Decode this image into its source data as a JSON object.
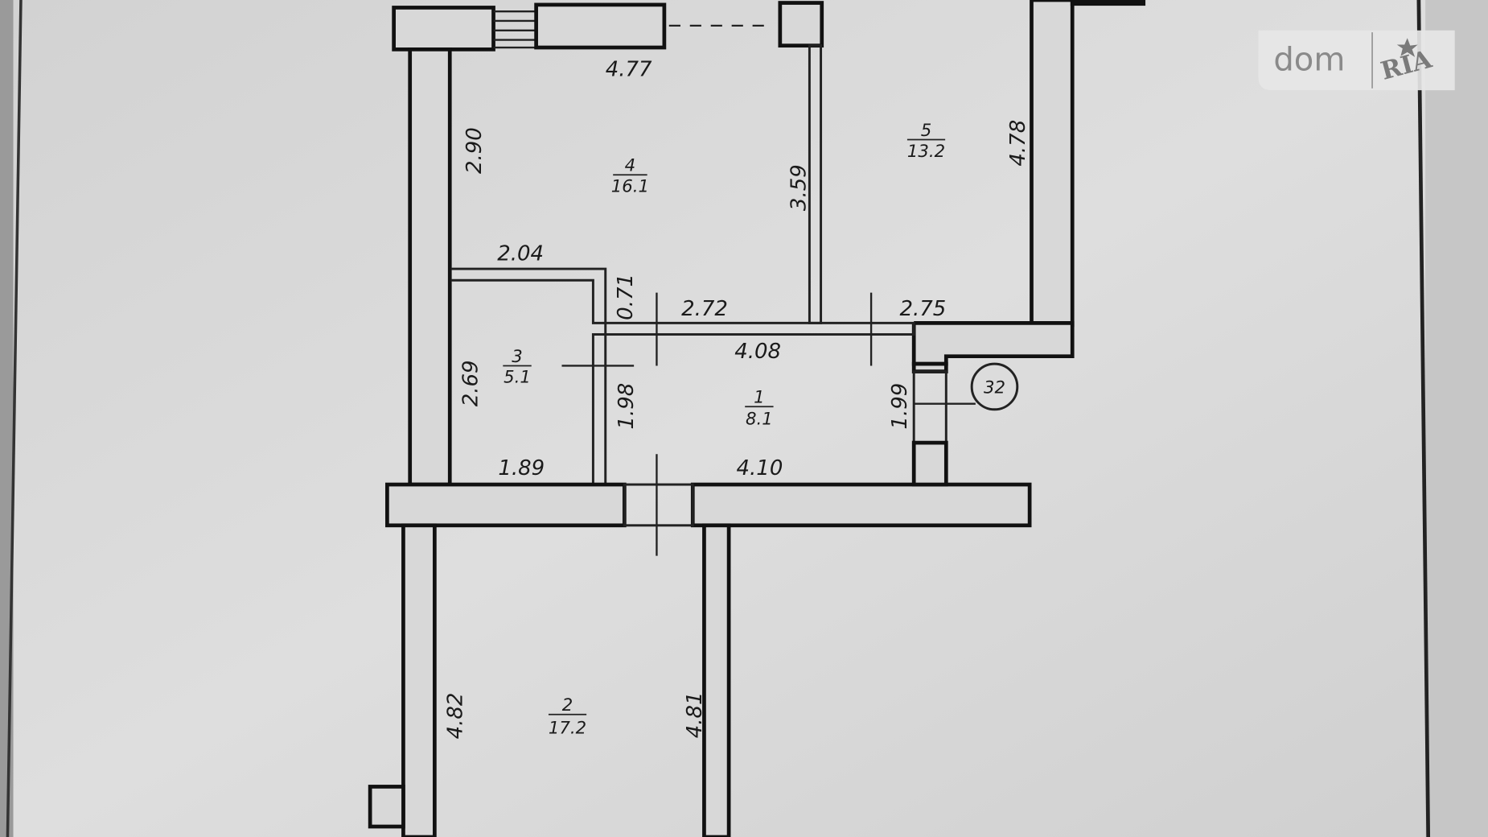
{
  "logo": {
    "dom": "dom",
    "ria": "RIA"
  },
  "rooms": [
    {
      "number": "1",
      "area": "8.1"
    },
    {
      "number": "2",
      "area": "17.2"
    },
    {
      "number": "3",
      "area": "5.1"
    },
    {
      "number": "4",
      "area": "16.1"
    },
    {
      "number": "5",
      "area": "13.2"
    }
  ],
  "dimensions": {
    "d_477": "4.77",
    "d_290": "2.90",
    "d_359": "3.59",
    "d_478": "4.78",
    "d_204": "2.04",
    "d_071": "0.71",
    "d_272": "2.72",
    "d_275": "2.75",
    "d_408": "4.08",
    "d_269": "2.69",
    "d_198": "1.98",
    "d_199": "1.99",
    "d_189": "1.89",
    "d_410": "4.10",
    "d_482": "4.82",
    "d_481": "4.81"
  },
  "marker": "32",
  "colors": {
    "paper": "#d8d8d8",
    "ink": "#111111"
  }
}
